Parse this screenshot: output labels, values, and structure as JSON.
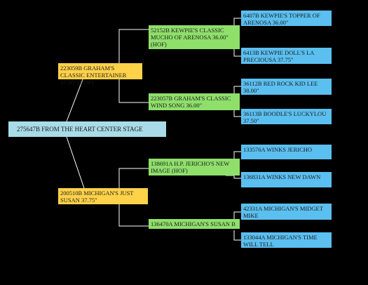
{
  "colors": {
    "background": "#000000",
    "gen0": "#a9dbe8",
    "gen1": "#ffd24a",
    "gen2": "#8fdf6b",
    "gen3": "#5bbff0",
    "line": "#ffffff"
  },
  "pedigree": {
    "root": "275647B FROM THE HEART CENTER STAGE",
    "sire": {
      "name": "223059B GRAHAM'S CLASSIC ENTERTAINER 37.50\" (HOF)",
      "sire": {
        "name": "52152B KEWPIE'S CLASSIC MUCHO OF ARENOSA 36.00\" (HOF)",
        "sire": "6407B KEWPIE'S TOPPER OF ARENOSA 36.00\"",
        "dam": "6413B KEWPIE DOLL'S LA PRECIOUSA 37.75\""
      },
      "dam": {
        "name": "223057B GRAHAM'S CLASSIC WIND SONG 36.00\"",
        "sire": "36112B RED ROCK KID LEE 38.00\"",
        "dam": "36113B BOODLE'S LUCKYLOU 37.50\""
      }
    },
    "dam": {
      "name": "200510B MICHIGAN'S JUST SUSAN 37.75\"",
      "sire": {
        "name": "138691A H.P. JERICHO'S NEW IMAGE (HOF)",
        "sire": "133576A WINKS JERICHO",
        "dam": "136831A WINKS NEW DAWN"
      },
      "dam": {
        "name": "136470A MICHIGAN'S SUSAN B",
        "sire": "42331A MICHIGAN'S MIDGET MIKE",
        "dam": "133044A MICHIGAN'S TIME WILL TELL"
      }
    }
  }
}
